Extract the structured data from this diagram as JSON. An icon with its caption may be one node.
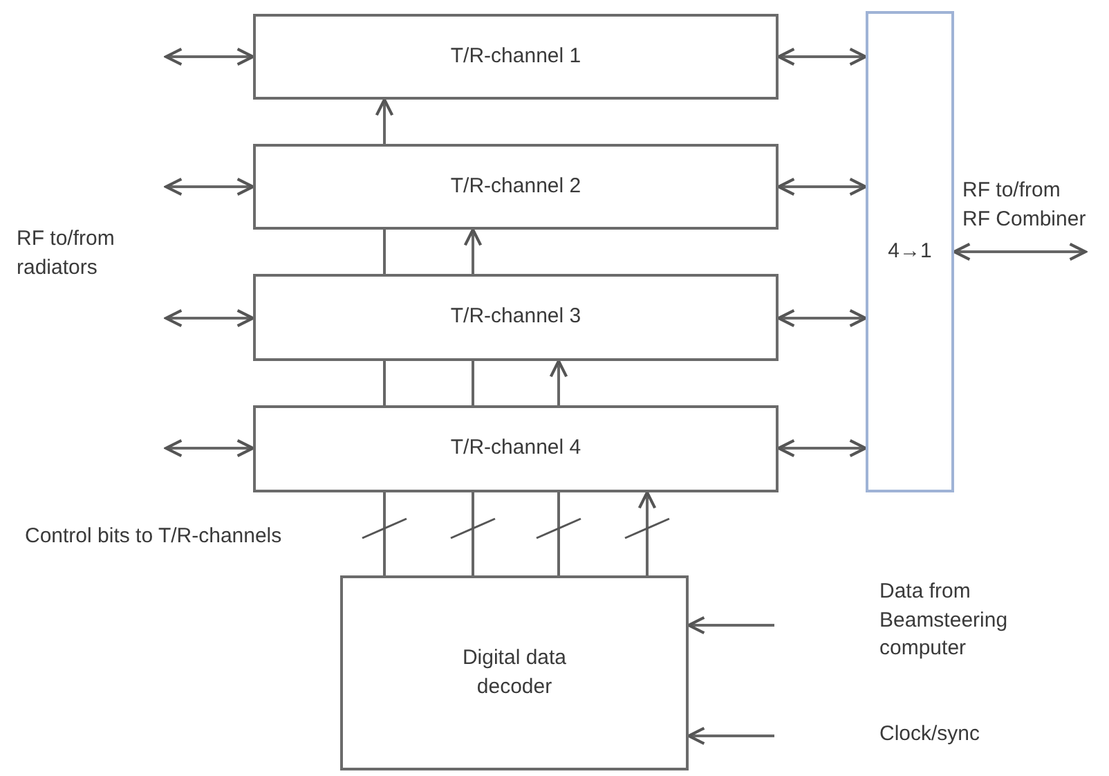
{
  "diagram": {
    "nodes": [
      {
        "text": [
          "T/R-channel 1"
        ]
      },
      {
        "text": [
          "T/R-channel 2"
        ]
      },
      {
        "text": [
          "T/R-channel 3"
        ]
      },
      {
        "text": [
          "T/R-channel 4"
        ]
      },
      {
        "text": [
          "4→1"
        ]
      },
      {
        "text": [
          "Digital data decoder"
        ]
      }
    ],
    "edges": [
      {
        "from": null,
        "to": 0,
        "arrow": "both"
      },
      {
        "from": null,
        "to": 1,
        "arrow": "both"
      },
      {
        "from": null,
        "to": 2,
        "arrow": "both"
      },
      {
        "from": null,
        "to": 3,
        "arrow": "both"
      },
      {
        "from": 0,
        "to": 4,
        "arrow": "both"
      },
      {
        "from": 1,
        "to": 4,
        "arrow": "both"
      },
      {
        "from": 2,
        "to": 4,
        "arrow": "both"
      },
      {
        "from": 3,
        "to": 4,
        "arrow": "both"
      },
      {
        "from": 4,
        "to": null,
        "arrow": "both"
      },
      {
        "from": 5,
        "to": 3,
        "arrow": "none"
      },
      {
        "from": 3,
        "to": 2,
        "arrow": "none"
      },
      {
        "from": 2,
        "to": 1,
        "arrow": "none"
      },
      {
        "from": 1,
        "to": 0,
        "arrow": "to"
      },
      {
        "from": 5,
        "to": 3,
        "arrow": "none"
      },
      {
        "from": 3,
        "to": 2,
        "arrow": "none"
      },
      {
        "from": 2,
        "to": 1,
        "arrow": "to"
      },
      {
        "from": 5,
        "to": 3,
        "arrow": "none"
      },
      {
        "from": 3,
        "to": 2,
        "arrow": "to"
      },
      {
        "from": 5,
        "to": 3,
        "arrow": "to"
      },
      {
        "from": null,
        "to": 5,
        "arrow": "to"
      },
      {
        "from": null,
        "to": 5,
        "arrow": "to"
      }
    ],
    "labels": [
      "RF to/from RF Combiner",
      "RF to/from radiators",
      "Control bits to T/R-channels",
      "Data from Beamsteering computer",
      "Clock/sync"
    ]
  }
}
